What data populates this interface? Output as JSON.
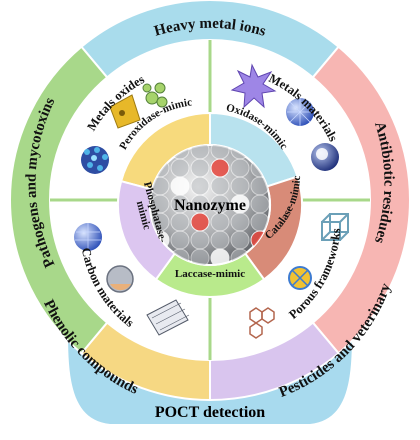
{
  "title": "POCT detection",
  "center_label": "Nanozyme",
  "outer_ring": [
    {
      "label": "Heavy metal ions",
      "color": "#a9dcec"
    },
    {
      "label": "Antibiotic residues",
      "color": "#f7b6b3"
    },
    {
      "label": "Pesticides and veterinary",
      "color": "#d9c5ee"
    },
    {
      "label": "Phenolic compounds",
      "color": "#f6d883"
    },
    {
      "label": "Pathogens and mycotoxins",
      "color": "#a8d88a"
    }
  ],
  "materials": [
    {
      "label": "Metals oxides"
    },
    {
      "label": "Metals materials"
    },
    {
      "label": "Porous frameworks"
    },
    {
      "label": "Carbon materials"
    }
  ],
  "enzyme_mimics": [
    {
      "label": "Peroxidase-mimic",
      "color": "#f7da7d"
    },
    {
      "label": "Oxidase-mimic",
      "color": "#b8e2ee"
    },
    {
      "label": "Catalase-mimic",
      "color": "#d88b78"
    },
    {
      "label": "Laccase-mimic",
      "color": "#b9ea8c"
    },
    {
      "label": "Phosphatase-mimic",
      "label_line1": "Phosphatase-",
      "label_line2": "mimic",
      "color": "#dcc6f0"
    }
  ],
  "colors": {
    "base_band": "#a8daee",
    "divider": "#ffffff",
    "inner_background": "#ffffff"
  }
}
